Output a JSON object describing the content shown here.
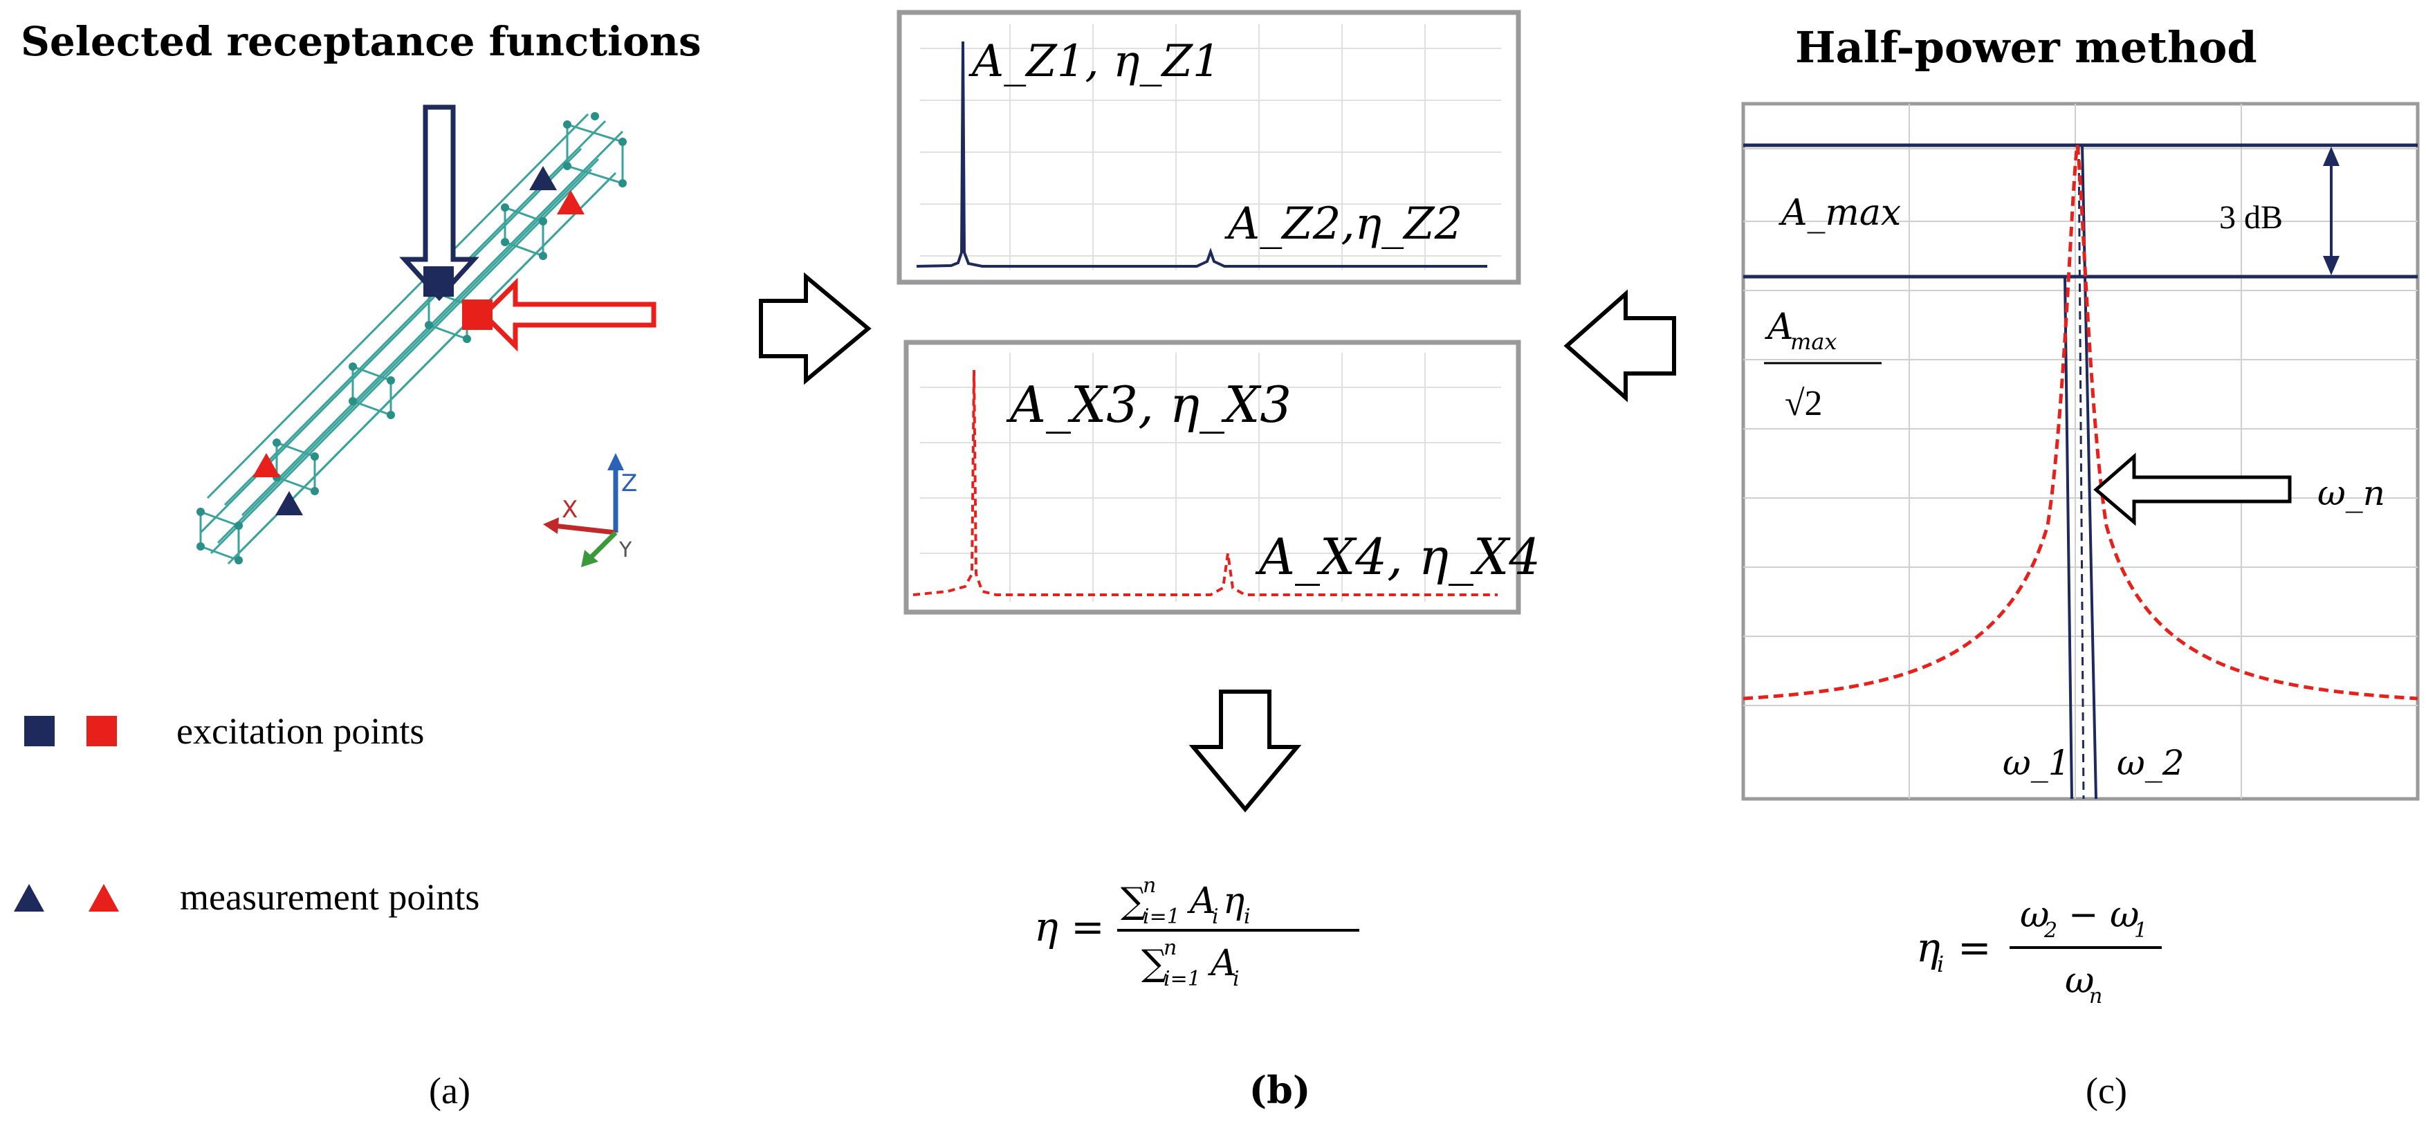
{
  "panel_a": {
    "title": "Selected receptance functions",
    "legend_excitation": "excitation points",
    "legend_measurement": "measurement points",
    "axis_z": "Z",
    "axis_x": "X",
    "axis_y": "Y",
    "caption": "(a)"
  },
  "panel_b": {
    "top_label_1": "A_Z1, η_Z1",
    "top_label_2": "A_Z2,η_Z2",
    "bottom_label_1": "A_X3, η_X3",
    "bottom_label_2": "A_X4, η_X4",
    "formula": "η = Σ_{i=1}^{n} A_i η_i / Σ_{i=1}^{n} A_i",
    "caption": "(b)"
  },
  "panel_c": {
    "title": "Half-power method",
    "amax_label": "A_max",
    "amax_root2_label": "A_max / √2",
    "db_label": "3 dB",
    "omega_n_label": "ω_n",
    "omega_1_label": "ω_1",
    "omega_2_label": "ω_2",
    "formula": "η_i = (ω_2 − ω_1) / ω_n",
    "caption": "(c)"
  },
  "colors": {
    "navy": "#1f2a5c",
    "red": "#e8201c",
    "teal": "#3aa39b",
    "grid": "#cfcfcf",
    "frame": "#9a9a9a"
  }
}
